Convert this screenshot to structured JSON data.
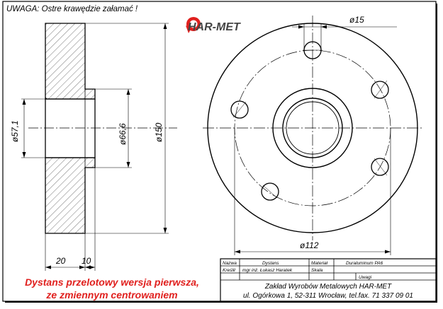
{
  "note": "UWAGA: Ostre krawędzie załamać !",
  "logo": {
    "text": "HAR-MET"
  },
  "dimensions": {
    "d15": "ø15",
    "d57": "ø57,1",
    "d66": "ø66,6",
    "d150": "ø150",
    "d112": "ø112",
    "w20": "20",
    "w10": "10"
  },
  "title_block": {
    "nazwa_label": "Nazwa",
    "nazwa_value": "Dystans",
    "material_label": "Materiał",
    "material_value": "Duraluminum PA6",
    "kreslil_label": "Kreślił",
    "kreslil_value": "mgr inż. Łukasz Haratek",
    "skala_label": "Skala",
    "uwagi_label": "Uwagi",
    "company": "Zakład Wyrobów Metalowych HAR-MET",
    "address": "ul. Ogórkowa 1, 52-311 Wrocław, tel.fax. 71 337 09 01"
  },
  "description": {
    "line1": "Dystans przelotowy wersja pierwsza,",
    "line2": "ze zmiennym centrowaniem"
  },
  "colors": {
    "accent_red": "#e0201e",
    "logo_gray": "#444444"
  }
}
